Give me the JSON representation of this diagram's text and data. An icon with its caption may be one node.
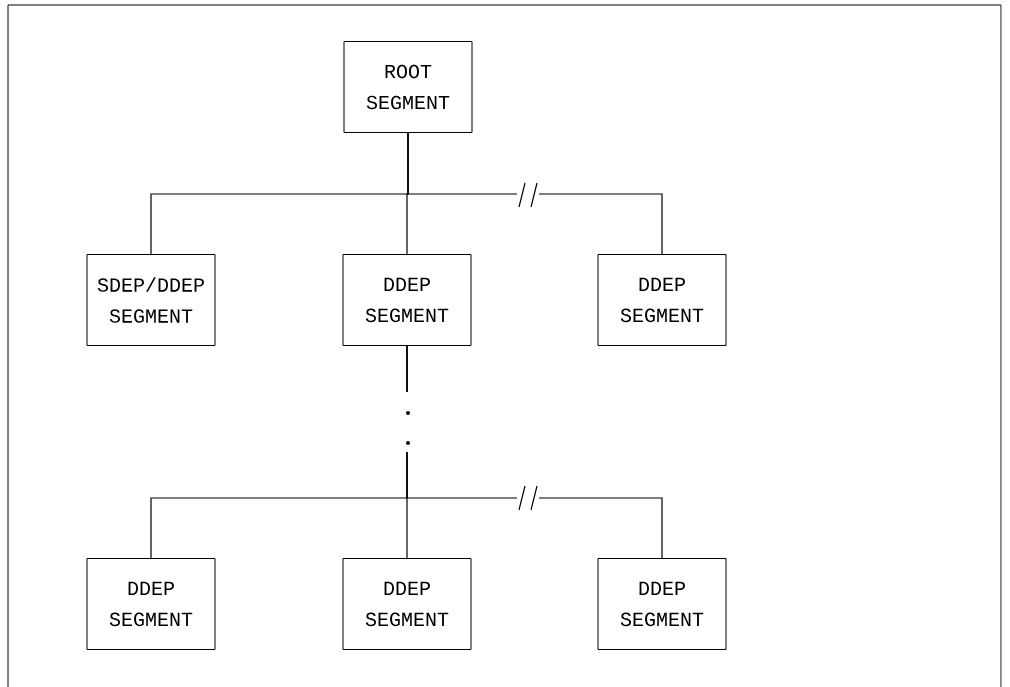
{
  "diagram": {
    "nodes": [
      {
        "text": [
          "ROOT SEGMENT"
        ]
      },
      {
        "text": [
          "SDEP/DDEP SEGMENT"
        ]
      },
      {
        "text": [
          "DDEP SEGMENT"
        ]
      },
      {
        "text": [
          "DDEP SEGMENT"
        ]
      },
      {
        "text": [
          "DDEP SEGMENT"
        ]
      },
      {
        "text": [
          "DDEP SEGMENT"
        ]
      },
      {
        "text": [
          "DDEP SEGMENT"
        ]
      }
    ],
    "edges": [
      {
        "from": 0,
        "to": 1,
        "arrow": "none"
      },
      {
        "from": 0,
        "to": 2,
        "arrow": "none"
      },
      {
        "from": 0,
        "to": 3,
        "arrow": "none"
      },
      {
        "from": 2,
        "to": 4,
        "arrow": "none"
      },
      {
        "from": 2,
        "to": 5,
        "arrow": "none"
      },
      {
        "from": 2,
        "to": 6,
        "arrow": "none"
      }
    ]
  }
}
